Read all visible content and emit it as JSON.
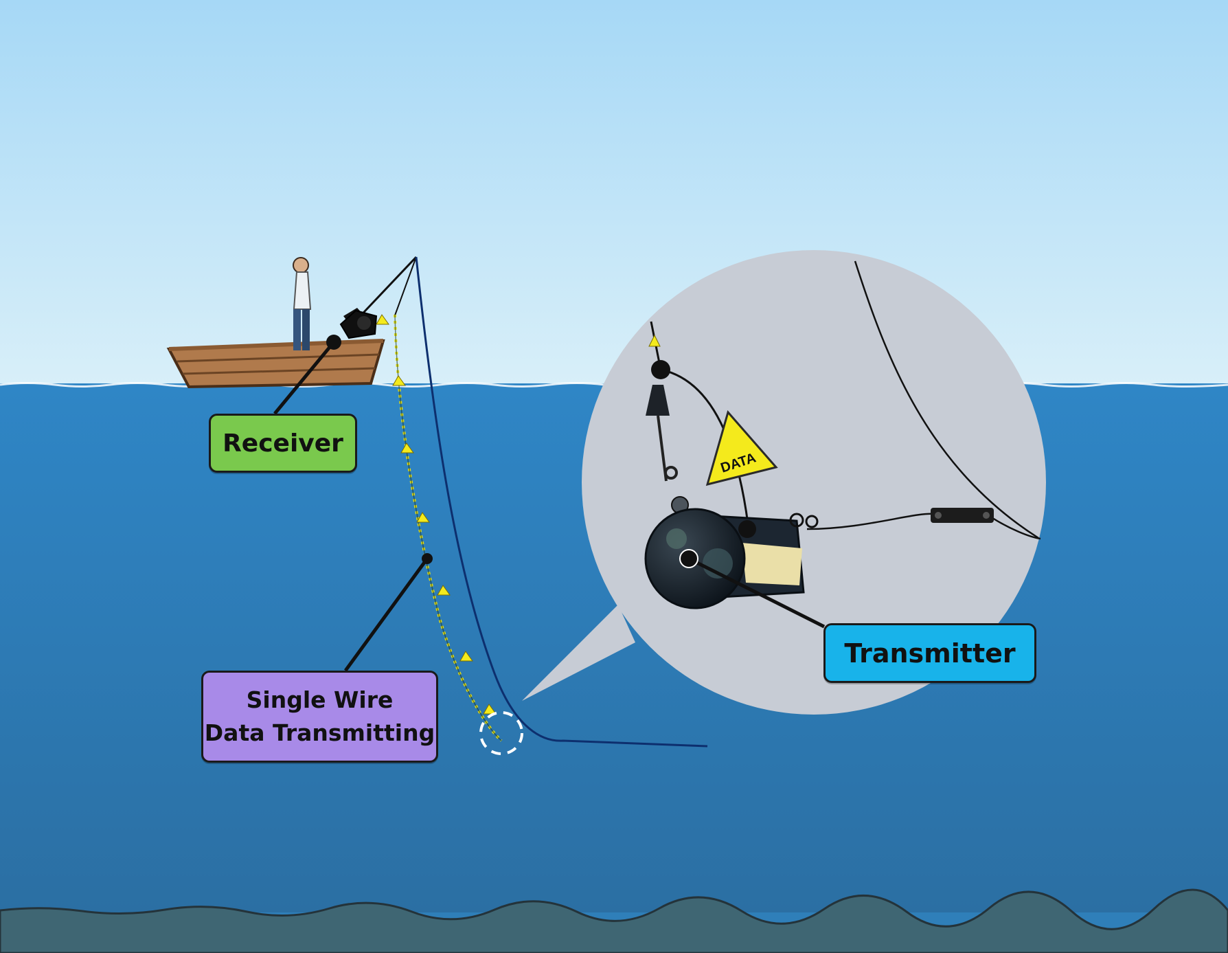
{
  "labels": {
    "receiver": "Receiver",
    "single_wire_line1": "Single Wire",
    "single_wire_line2": "Data Transmitting",
    "transmitter": "Transmitter",
    "data_tag": "DATA"
  },
  "colors": {
    "sky_top": "#a9daf7",
    "sky_bottom": "#d6eef9",
    "water": "#2f7fb9",
    "seabed": "#3f6673",
    "zoom_circle": "#c7ccd5",
    "receiver_box": "#7ac94d",
    "single_wire_box": "#a88ae8",
    "transmitter_box": "#18b3ea",
    "data_arrow": "#f4ea1c"
  }
}
